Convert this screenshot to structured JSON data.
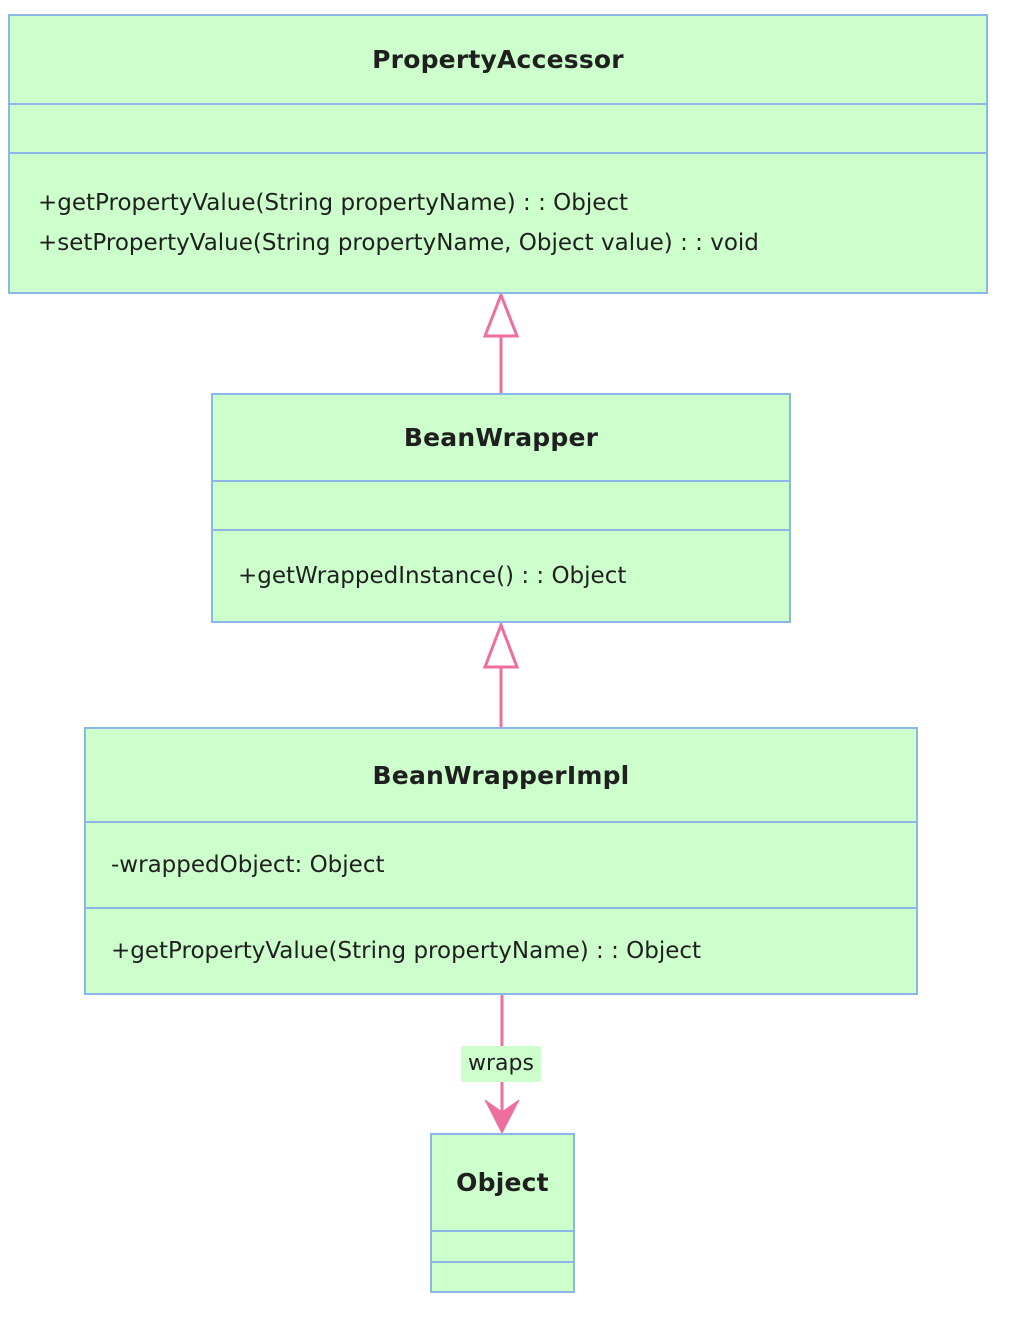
{
  "diagram": {
    "kind": "uml-class-diagram",
    "background_color": "#ffffff",
    "class_fill_color": "#ccffcc",
    "class_border_color": "#8cb6e8",
    "relation_color": "#ee6f9e",
    "text_color": "#1f1f1f",
    "classes": [
      {
        "id": "property-accessor",
        "name": "PropertyAccessor",
        "attributes": [],
        "methods": [
          "+getPropertyValue(String propertyName) : : Object",
          "+setPropertyValue(String propertyName, Object value) : : void"
        ]
      },
      {
        "id": "bean-wrapper",
        "name": "BeanWrapper",
        "attributes": [],
        "methods": [
          "+getWrappedInstance() : : Object"
        ]
      },
      {
        "id": "bean-wrapper-impl",
        "name": "BeanWrapperImpl",
        "attributes": [
          "-wrappedObject: Object"
        ],
        "methods": [
          "+getPropertyValue(String propertyName) : : Object"
        ]
      },
      {
        "id": "object",
        "name": "Object",
        "attributes": [],
        "methods": []
      }
    ],
    "relationships": [
      {
        "id": "bean-wrapper-inherits-property-accessor",
        "from": "BeanWrapper",
        "to": "PropertyAccessor",
        "type": "inheritance",
        "arrow": "hollow-triangle",
        "label": ""
      },
      {
        "id": "bean-wrapper-impl-inherits-bean-wrapper",
        "from": "BeanWrapperImpl",
        "to": "BeanWrapper",
        "type": "inheritance",
        "arrow": "hollow-triangle",
        "label": ""
      },
      {
        "id": "bean-wrapper-impl-wraps-object",
        "from": "BeanWrapperImpl",
        "to": "Object",
        "type": "association",
        "arrow": "open-arrow",
        "label": "wraps"
      }
    ]
  }
}
